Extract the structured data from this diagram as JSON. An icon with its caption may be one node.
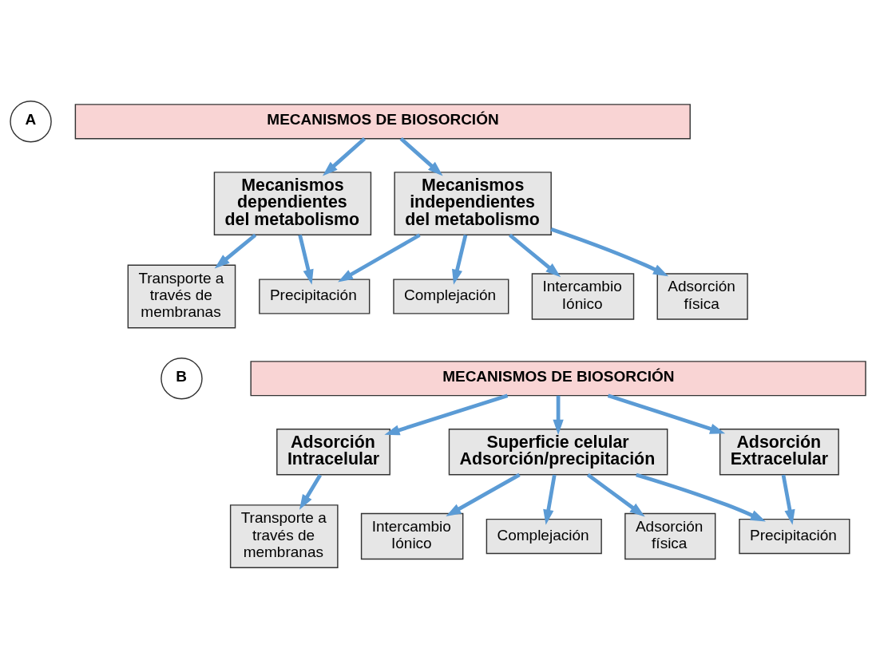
{
  "diagram": {
    "nodes": [
      {
        "text": [
          "A"
        ]
      },
      {
        "text": [
          "MECANISMOS DE BIOSORCIÓN"
        ]
      },
      {
        "text": [
          "Mecanismos dependientes del metabolismo"
        ]
      },
      {
        "text": [
          "Mecanismos independientes del metabolismo"
        ]
      },
      {
        "text": [
          "Precipitación"
        ]
      },
      {
        "text": [
          "Transporte a través de membranas"
        ]
      },
      {
        "text": [
          "Complejación"
        ]
      },
      {
        "text": [
          "Intercambio Iónico"
        ]
      },
      {
        "text": [
          "Adsorción física"
        ]
      },
      {
        "text": [
          "B"
        ]
      },
      {
        "text": [
          "MECANISMOS DE BIOSORCIÓN"
        ]
      },
      {
        "text": [
          "Adsorción Intracelular"
        ]
      },
      {
        "text": [
          "Superficie celular Adsorción/precipitación"
        ]
      },
      {
        "text": [
          "Adsorción Extracelular"
        ]
      },
      {
        "text": [
          "Transporte a través de membranas"
        ]
      },
      {
        "text": [
          "Intercambio Iónico"
        ]
      },
      {
        "text": [
          "Complejación"
        ]
      },
      {
        "text": [
          "Adsorción física"
        ]
      },
      {
        "text": [
          "Precipitación"
        ]
      }
    ],
    "edges": [
      {
        "from": 1,
        "to": 2,
        "arrow": "to"
      },
      {
        "from": 1,
        "to": 3,
        "arrow": "to"
      },
      {
        "from": 2,
        "to": 4,
        "arrow": "to"
      },
      {
        "from": 2,
        "to": 5,
        "arrow": "to"
      },
      {
        "from": 3,
        "to": 4,
        "arrow": "to"
      },
      {
        "from": 3,
        "to": 6,
        "arrow": "to"
      },
      {
        "from": 3,
        "to": 7,
        "arrow": "to"
      },
      {
        "from": 3,
        "to": 8,
        "arrow": "to"
      },
      {
        "from": 10,
        "to": 11,
        "arrow": "to"
      },
      {
        "from": 10,
        "to": 12,
        "arrow": "to"
      },
      {
        "from": 10,
        "to": 13,
        "arrow": "to"
      },
      {
        "from": 11,
        "to": 14,
        "arrow": "to"
      },
      {
        "from": 12,
        "to": 15,
        "arrow": "to"
      },
      {
        "from": 12,
        "to": 16,
        "arrow": "to"
      },
      {
        "from": 12,
        "to": 17,
        "arrow": "to"
      },
      {
        "from": 12,
        "to": 18,
        "arrow": "to"
      },
      {
        "from": 13,
        "to": 18,
        "arrow": "to"
      }
    ]
  }
}
